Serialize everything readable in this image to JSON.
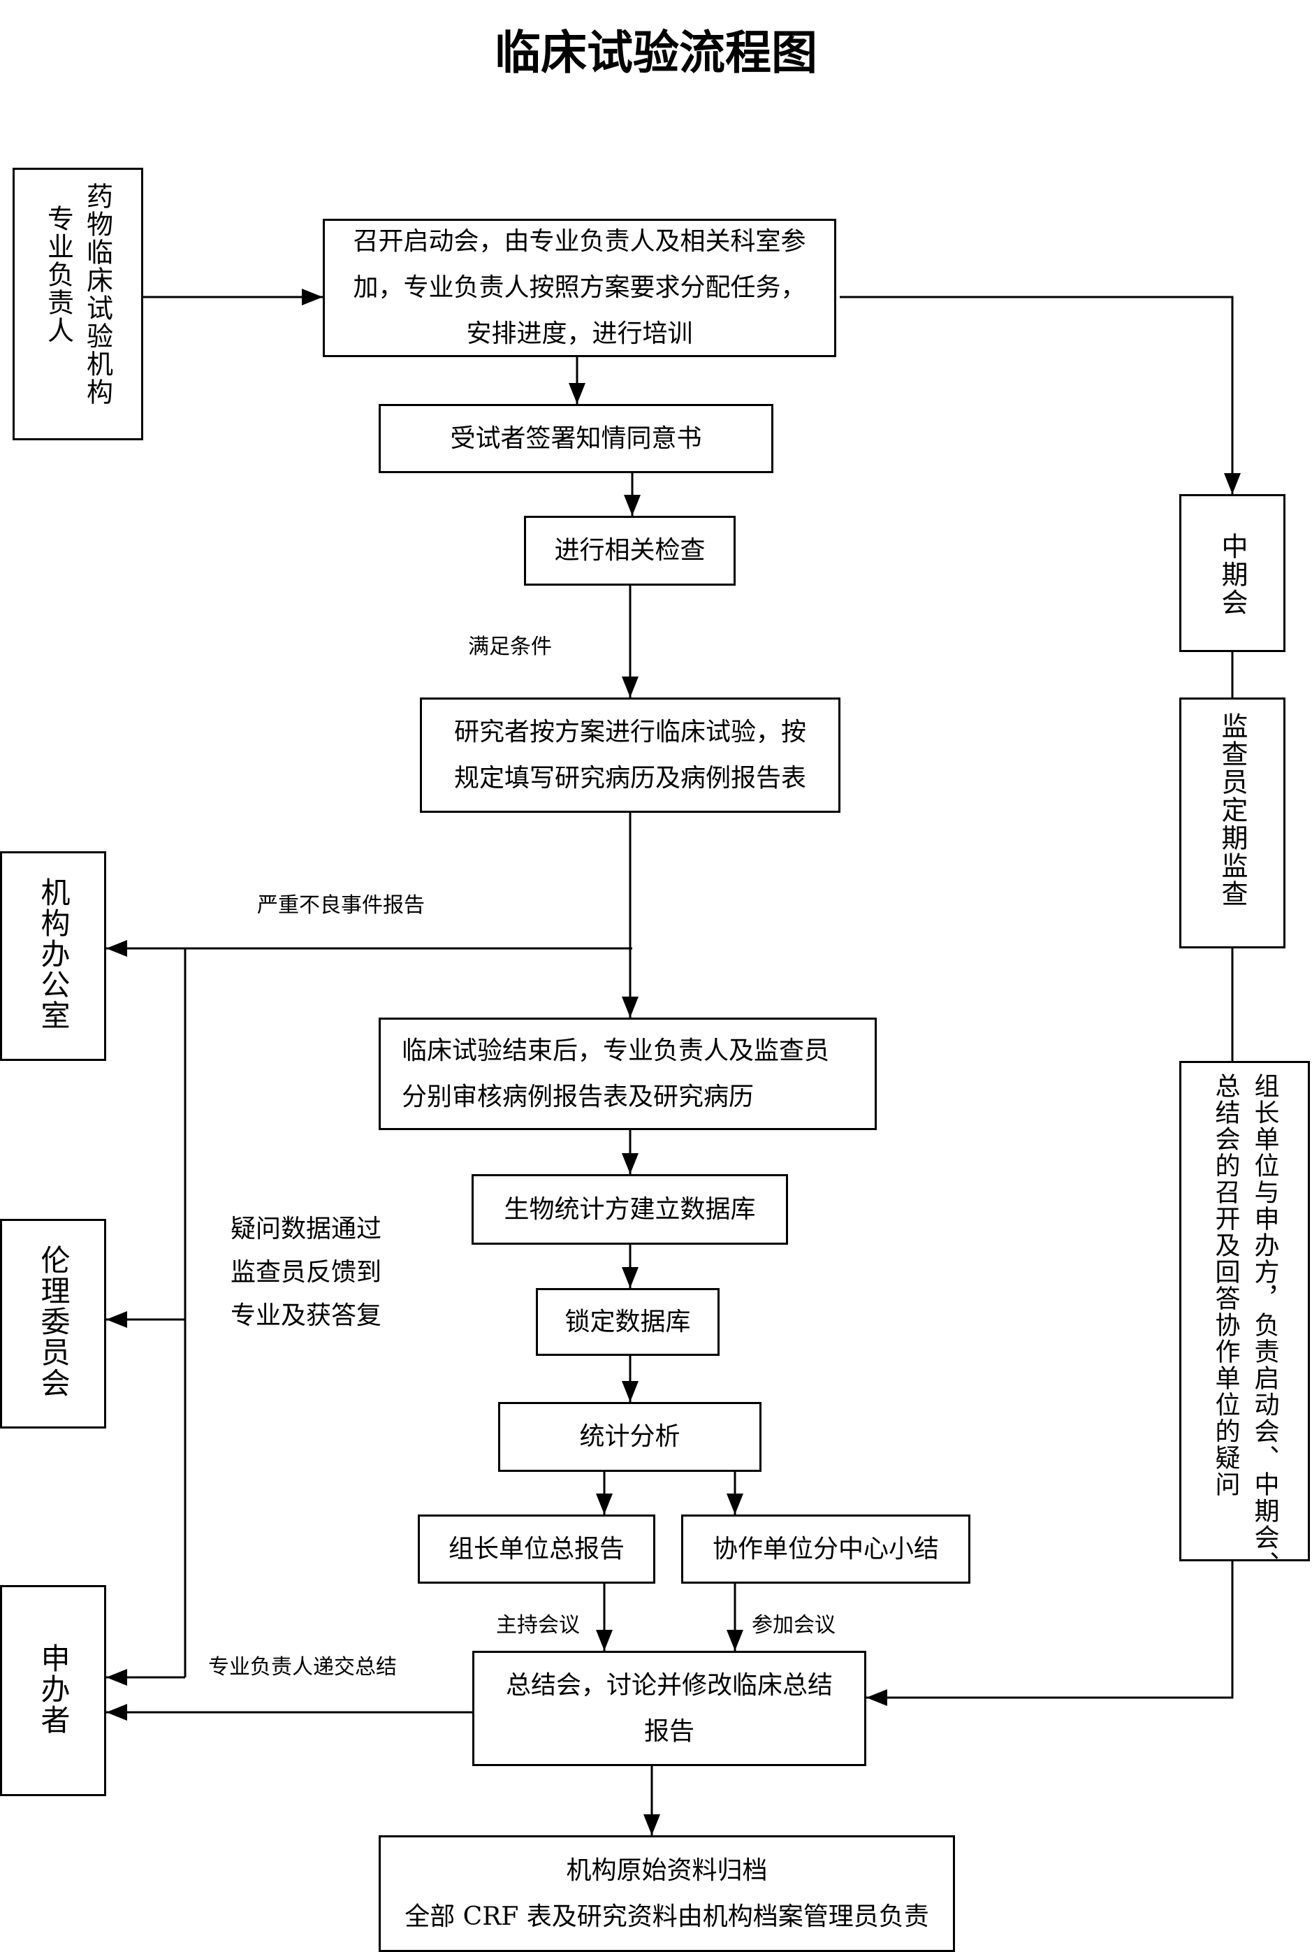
{
  "title": "临床试验流程图",
  "nodes": {
    "left_top_col1": "药物临床试验机构",
    "left_top_col2": "专业负责人",
    "kickoff_line1": "召开启动会，由专业负责人及相关科室参",
    "kickoff_line2": "加，专业负责人按照方案要求分配任务，",
    "kickoff_line3": "安排进度，进行培训",
    "consent": "受试者签署知情同意书",
    "check": "进行相关检查",
    "trial_line1": "研究者按方案进行临床试验，按",
    "trial_line2": "规定填写研究病历及病例报告表",
    "end_line1": "临床试验结束后，专业负责人及监查员",
    "end_line2": "分别审核病例报告表及研究病历",
    "database": "生物统计方建立数据库",
    "lock": "锁定数据库",
    "analysis": "统计分析",
    "leader_report": "组长单位总报告",
    "coop_summary": "协作单位分中心小结",
    "summary_meeting_line1": "总结会，讨论并修改临床总结",
    "summary_meeting_line2": "报告",
    "archive_line1": "机构原始资料归档",
    "archive_line2": "全部 CRF 表及研究资料由机构档案管理员负责",
    "midterm": "中期会",
    "monitor": "监查员定期监查",
    "right_col1": "组长单位与申办方，负责启动会、中期会、",
    "right_col2": "总结会的召开及回答协作单位的疑问",
    "office": "机构办公室",
    "ethics": "伦理委员会",
    "sponsor": "申办者"
  },
  "labels": {
    "conditions": "满足条件",
    "sae": "严重不良事件报告",
    "query_line1": "疑问数据通过",
    "query_line2": "监查员反馈到",
    "query_line3": "专业及获答复",
    "host": "主持会议",
    "attend": "参加会议",
    "submit": "专业负责人递交总结"
  }
}
